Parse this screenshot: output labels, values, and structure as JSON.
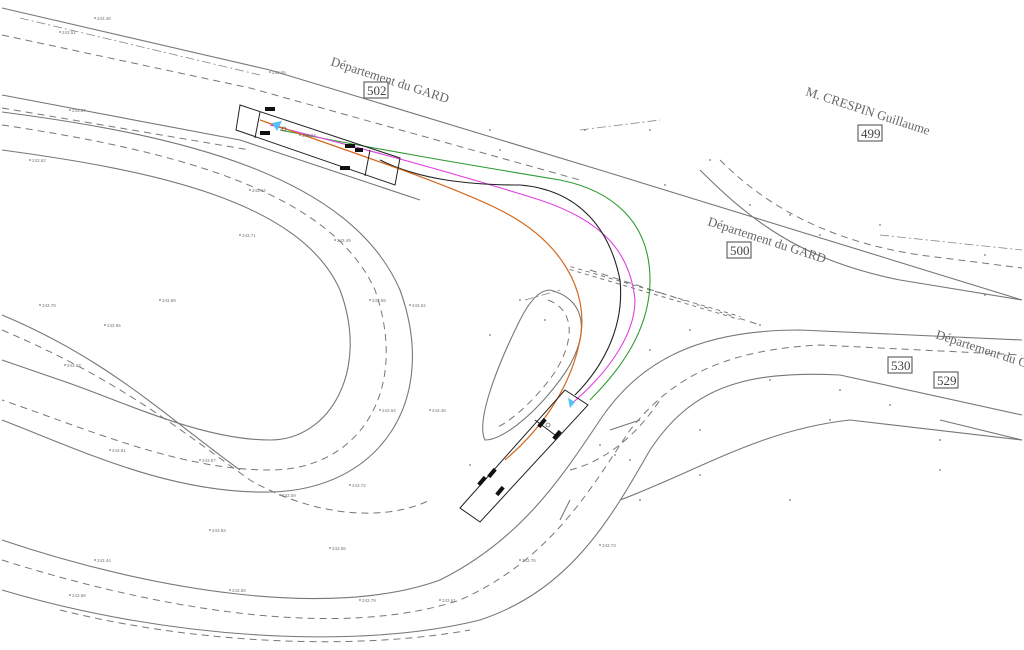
{
  "labels": {
    "dept_gard_top": "Département du GARD",
    "crespin": "M. CRESPIN Guillaume",
    "dept_gard_mid": "Département du GARD",
    "dept_gard_right": "Département du GA"
  },
  "lots": {
    "lot_502": "502",
    "lot_499": "499",
    "lot_500": "500",
    "lot_530": "530",
    "lot_529": "529"
  },
  "colors": {
    "road_lines": "#777777",
    "path_green": "#2e9b2e",
    "path_magenta": "#e040e0",
    "path_orange": "#d2691e",
    "path_black": "#222222",
    "vehicle_outline": "#222222",
    "cone_cyan": "#4fc3f7"
  },
  "spot_heights": [
    "243.48",
    "243.51",
    "243.55",
    "243.37",
    "243.34",
    "243.62",
    "243.44",
    "243.71",
    "243.49",
    "243.58",
    "243.62",
    "243.89",
    "243.78",
    "243.65",
    "243.53",
    "243.64",
    "243.48",
    "243.81",
    "243.67",
    "243.59",
    "243.72",
    "243.83",
    "243.55",
    "243.44",
    "243.69",
    "243.58",
    "243.79",
    "243.61",
    "243.76",
    "243.73"
  ]
}
